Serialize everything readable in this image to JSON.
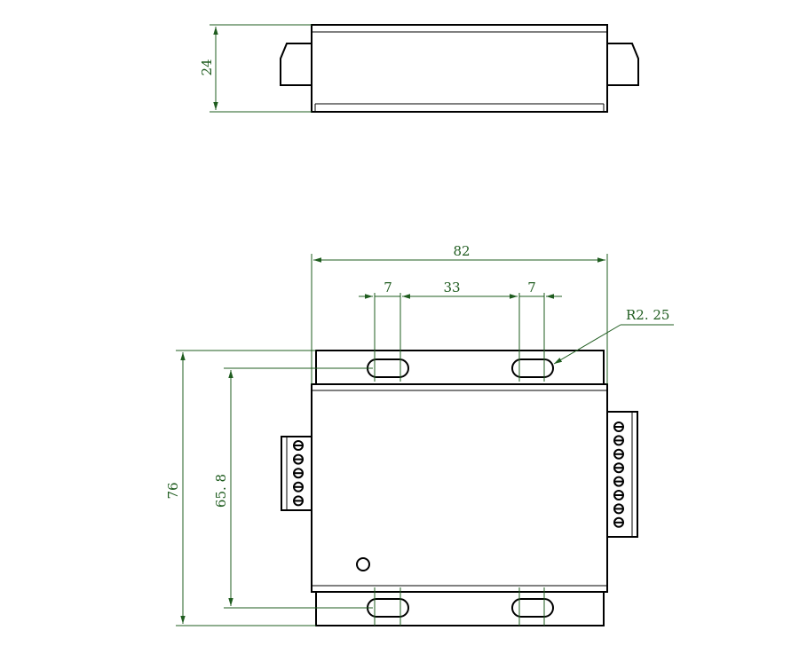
{
  "colors": {
    "outline": "#000000",
    "dimension": "#1f5c1f",
    "background": "#ffffff"
  },
  "dimensions": {
    "side_height": "24",
    "total_width": "82",
    "slot_width_left": "7",
    "slot_spacing": "33",
    "slot_width_right": "7",
    "slot_radius": "R2. 25",
    "total_height": "76",
    "mounting_height": "65. 8"
  }
}
